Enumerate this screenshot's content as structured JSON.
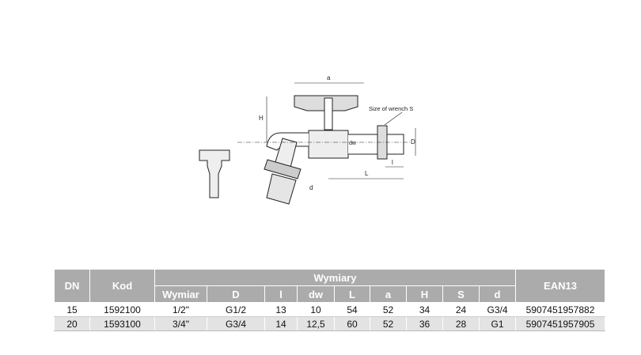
{
  "drawing": {
    "labels": {
      "a": "a",
      "H": "H",
      "wrench": "Size of wrench S",
      "dw": "dw",
      "D": "D",
      "l": "l",
      "L": "L",
      "d": "d"
    }
  },
  "table": {
    "headers": {
      "dn": "DN",
      "kod": "Kod",
      "group": "Wymiary",
      "ean": "EAN13"
    },
    "sub_headers": [
      "Wymiar",
      "D",
      "l",
      "dw",
      "L",
      "a",
      "H",
      "S",
      "d"
    ],
    "rows": [
      [
        "15",
        "1592100",
        "1/2\"",
        "G1/2",
        "13",
        "10",
        "54",
        "52",
        "34",
        "24",
        "G3/4",
        "5907451957882"
      ],
      [
        "20",
        "1593100",
        "3/4\"",
        "G3/4",
        "14",
        "12,5",
        "60",
        "52",
        "36",
        "28",
        "G1",
        "5907451957905"
      ]
    ]
  }
}
